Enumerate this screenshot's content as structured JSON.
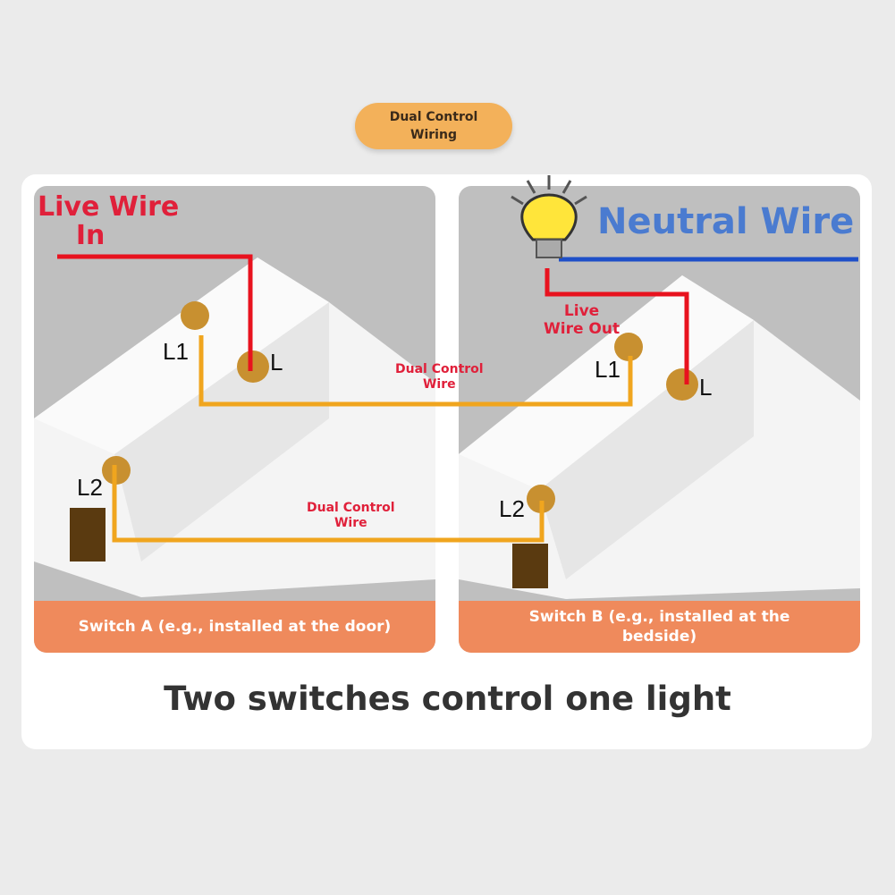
{
  "badge": {
    "line1": "Dual Control",
    "line2": "Wiring"
  },
  "switch_a": {
    "footer": "Switch A (e.g., installed at the door)",
    "live_in_1": "Live Wire",
    "live_in_2": "In",
    "terminals": {
      "l1": "L1",
      "l": "L",
      "l2": "L2"
    }
  },
  "switch_b": {
    "footer_1": "Switch B (e.g., installed at the",
    "footer_2": "bedside)",
    "neutral": "Neutral Wire",
    "live_out_1": "Live",
    "live_out_2": "Wire Out",
    "terminals": {
      "l1": "L1",
      "l": "L",
      "l2": "L2"
    }
  },
  "dual_wire_top": {
    "line1": "Dual Control",
    "line2": "Wire"
  },
  "dual_wire_bottom": {
    "line1": "Dual Control",
    "line2": "Wire"
  },
  "caption": "Two switches control one light",
  "colors": {
    "live": "#e8121e",
    "neutral": "#1e4fc8",
    "dual": "#f0a51e",
    "footer": "#ef8a5c",
    "badge": "#f3b15a"
  }
}
